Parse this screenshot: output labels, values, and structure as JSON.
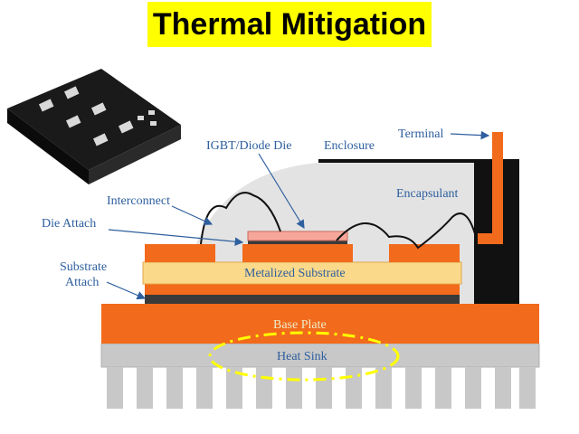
{
  "title": "Thermal Mitigation",
  "labels": {
    "igbt_die": "IGBT/Diode Die",
    "enclosure": "Enclosure",
    "terminal": "Terminal",
    "encapsulant": "Encapsulant",
    "interconnect": "Interconnect",
    "die_attach": "Die Attach",
    "substrate_attach_line1": "Substrate",
    "substrate_attach_line2": "Attach",
    "metalized_substrate": "Metalized Substrate",
    "base_plate": "Base Plate",
    "heat_sink": "Heat Sink"
  },
  "colors": {
    "title_bg": "#ffff00",
    "orange": "#f26a1b",
    "substrate": "#fbd98a",
    "die": "#f7a79a",
    "encapsulant": "#e3e3e3",
    "enclosure": "#111111",
    "heat_sink": "#c8c8c8",
    "label": "#2e5f9e",
    "highlight": "#ffff00"
  }
}
